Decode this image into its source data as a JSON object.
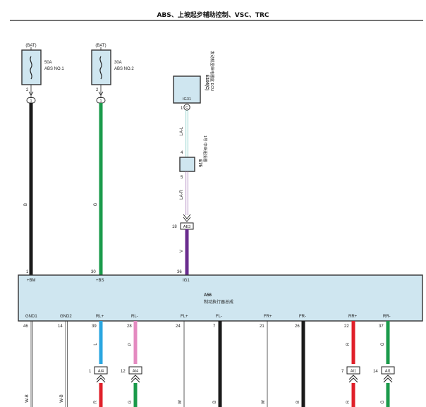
{
  "header": {
    "title": "ABS、上坡起步辅助控制、VSC、TRC"
  },
  "colors": {
    "black": "#1a1a1a",
    "green": "#1a9a4a",
    "purple": "#6a2c8e",
    "blue": "#2aa6e0",
    "pink": "#e48ac0",
    "red": "#e0202a",
    "box_fill": "#cfe6f0",
    "box_stroke": "#333333"
  },
  "fuses": [
    {
      "source": "(BAT)",
      "rating": "50A",
      "name": "ABS NO.1",
      "pin": "2",
      "connector": "1",
      "wire_code": "B"
    },
    {
      "source": "(BAT)",
      "rating": "30A",
      "name": "ABS NO.2",
      "pin": "2",
      "connector": "1",
      "wire_code": "G"
    }
  ],
  "ecu": {
    "connector_id": "E104(C)",
    "desc": "发动机室继电器盒 ECU",
    "terminal": "IG31",
    "pin": "1",
    "pin_connector": "C"
  },
  "junction": {
    "connector_id": "E75",
    "desc": "1号 中继连接器",
    "pin_top": "4",
    "pin_bottom": "5"
  },
  "wire_labels": {
    "upper": "LA-L",
    "lower": "LA-R",
    "main": "V"
  },
  "ae3": {
    "pin": "18",
    "label": "AE3"
  },
  "actuator": {
    "id": "A56",
    "desc": "制动执行器总成",
    "top_terminals": [
      {
        "pin": "1",
        "name": "+BM"
      },
      {
        "pin": "30",
        "name": "+BS"
      },
      {
        "pin": "36",
        "name": "IG1"
      }
    ],
    "bottom_terminals": [
      {
        "name": "GND1",
        "pin": "46",
        "wire_code": "W-B"
      },
      {
        "name": "GND2",
        "pin": "14",
        "wire_code": "W-B"
      },
      {
        "name": "RL+",
        "pin": "39",
        "wire_code": "L",
        "bottom_code": "R",
        "conn": "AI4",
        "conn_pin": "1"
      },
      {
        "name": "RL-",
        "pin": "28",
        "wire_code": "P",
        "bottom_code": "G",
        "conn": "AI4",
        "conn_pin": "12"
      },
      {
        "name": "FL+",
        "pin": "24",
        "wire_code": "W"
      },
      {
        "name": "FL-",
        "pin": "7",
        "wire_code": "B"
      },
      {
        "name": "FR+",
        "pin": "21",
        "wire_code": "W"
      },
      {
        "name": "FR-",
        "pin": "26",
        "wire_code": "B"
      },
      {
        "name": "RR+",
        "pin": "22",
        "wire_code": "R",
        "bottom_code": "R",
        "conn": "AI1",
        "conn_pin": "7"
      },
      {
        "name": "RR-",
        "pin": "37",
        "wire_code": "G",
        "bottom_code": "G",
        "conn": "AI1",
        "conn_pin": "14"
      }
    ]
  }
}
